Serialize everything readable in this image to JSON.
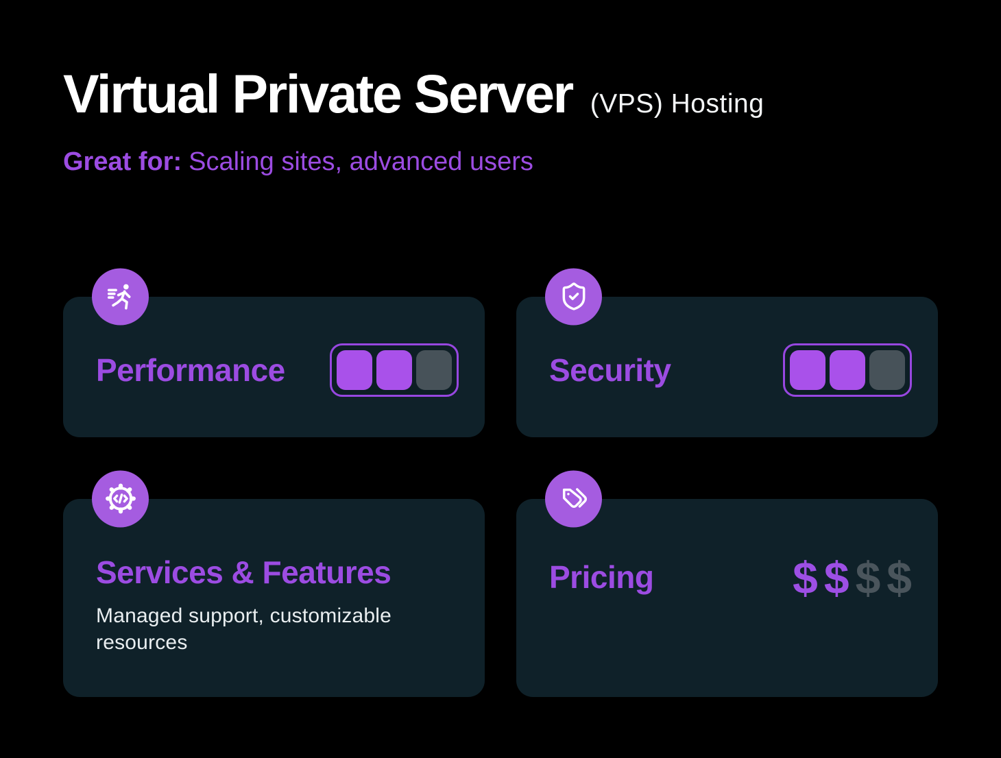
{
  "header": {
    "title": "Virtual Private Server",
    "title_suffix": "(VPS) Hosting",
    "tagline_label": "Great for:",
    "tagline_text": "Scaling sites, advanced users"
  },
  "colors": {
    "background": "#000000",
    "card_background": "#0f2129",
    "accent_purple": "#9c4ce2",
    "badge_purple": "#a55ce0",
    "rating_border": "#9747e0",
    "rating_block_on": "#a951ea",
    "rating_block_off": "#475259",
    "dollar_on": "#9d4fe4",
    "dollar_off": "#4a555c",
    "icon_color": "#ffffff"
  },
  "cards": [
    {
      "label": "Performance",
      "icon": "runner-icon",
      "rating": {
        "type": "blocks",
        "filled": 2,
        "total": 3
      }
    },
    {
      "label": "Security",
      "icon": "shield-check-icon",
      "rating": {
        "type": "blocks",
        "filled": 2,
        "total": 3
      }
    },
    {
      "label": "Services & Features",
      "icon": "gear-code-icon",
      "description": "Managed support, customizable resources"
    },
    {
      "label": "Pricing",
      "icon": "price-tags-icon",
      "rating": {
        "type": "dollars",
        "filled": 2,
        "total": 4,
        "symbol": "$"
      }
    }
  ]
}
